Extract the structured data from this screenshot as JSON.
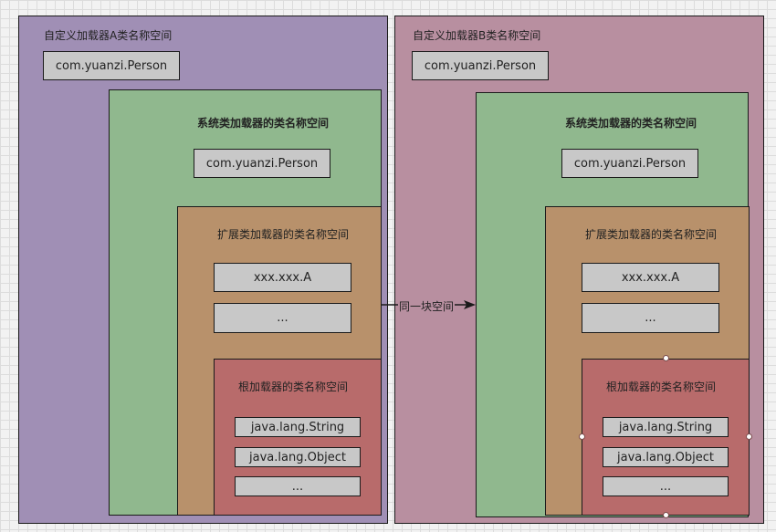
{
  "left_panel": {
    "title": "自定义加载器A类名称空间",
    "class_item": "com.yuanzi.Person",
    "system": {
      "title": "系统类加载器的类名称空间",
      "class_item": "com.yuanzi.Person",
      "extension": {
        "title": "扩展类加载器的类名称空间",
        "items": [
          "xxx.xxx.A",
          "..."
        ],
        "root": {
          "title": "根加载器的类名称空间",
          "items": [
            "java.lang.String",
            "java.lang.Object",
            "..."
          ]
        }
      }
    }
  },
  "right_panel": {
    "title": "自定义加载器B类名称空间",
    "class_item": "com.yuanzi.Person",
    "system": {
      "title": "系统类加载器的类名称空间",
      "class_item": "com.yuanzi.Person",
      "extension": {
        "title": "扩展类加载器的类名称空间",
        "items": [
          "xxx.xxx.A",
          "..."
        ],
        "root": {
          "title": "根加载器的类名称空间",
          "items": [
            "java.lang.String",
            "java.lang.Object",
            "..."
          ]
        }
      }
    }
  },
  "connector": {
    "label": "同一块空间"
  },
  "colors": {
    "custom_a": "#a08fb5",
    "custom_b": "#b88fa0",
    "system": "#90b88e",
    "extension": "#b8916b",
    "root": "#b86b6b",
    "item": "#c8c8c8"
  }
}
